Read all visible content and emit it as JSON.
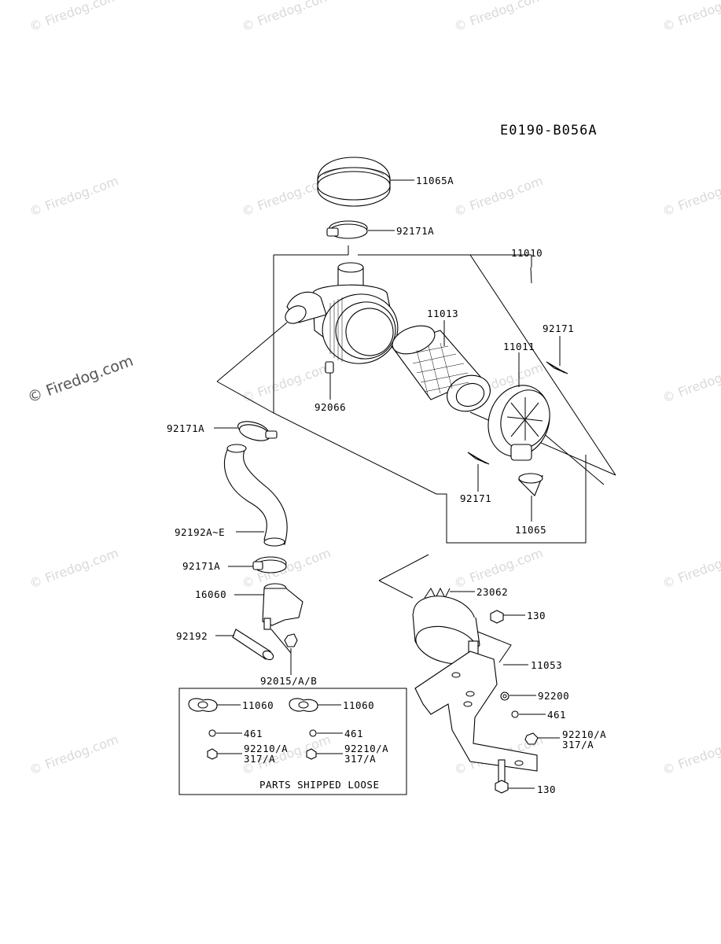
{
  "diagram_code": "E0190-B056A",
  "watermark_text": "© Firedog.com",
  "loose_box_title": "PARTS SHIPPED LOOSE",
  "labels": {
    "cover_11065A": "11065A",
    "clamp_top_92171A": "92171A",
    "assembly_11010": "11010",
    "element_11013": "11013",
    "clip_92171_upper": "92171",
    "cap_11011": "11011",
    "nut_92066": "92066",
    "clamp_92171A_mid": "92171A",
    "clip_92171_lower": "92171",
    "valve_11065": "11065",
    "hose_92192AE": "92192A~E",
    "clamp_92171A_low": "92171A",
    "pipe_16060": "16060",
    "tube_92192": "92192",
    "nut_92015": "92015/A/B",
    "spring_23062": "23062",
    "bolt_130_upper": "130",
    "band_11053": "11053",
    "washer_92200": "92200",
    "washer_461": "461",
    "nut_92210_a": "92210/A",
    "nut_317_a": "317/A",
    "bolt_130_lower": "130",
    "loose_gasket_left": "11060",
    "loose_gasket_right": "11060",
    "loose_washer_left": "461",
    "loose_washer_right": "461",
    "loose_nut_left_a": "92210/A",
    "loose_nut_left_b": "317/A",
    "loose_nut_right_a": "92210/A",
    "loose_nut_right_b": "317/A"
  }
}
